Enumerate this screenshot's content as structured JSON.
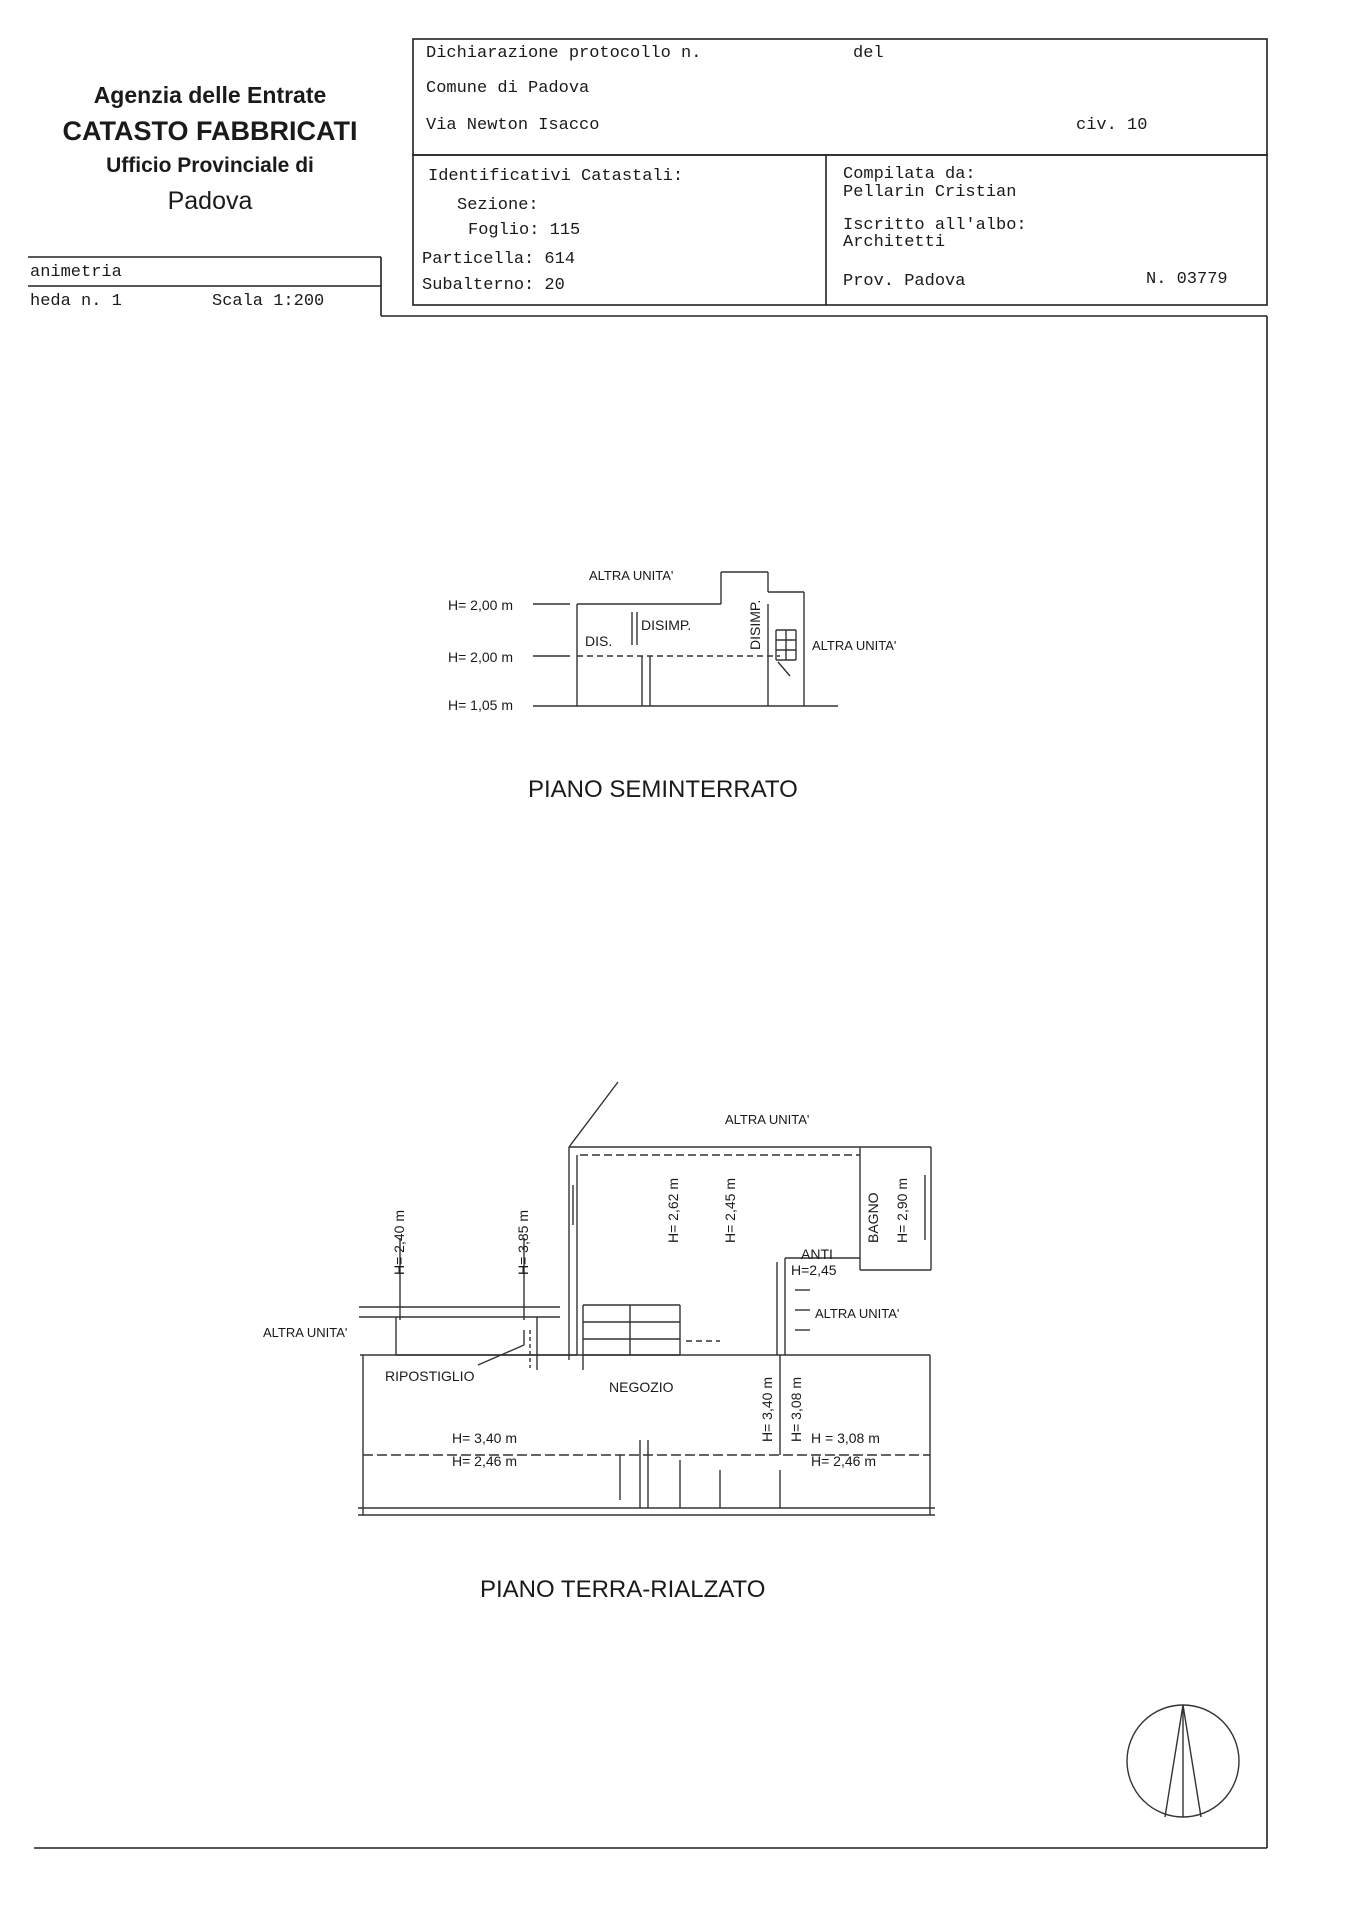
{
  "agency": {
    "line1": "Agenzia delle Entrate",
    "line2": "CATASTO FABBRICATI",
    "line3": "Ufficio Provinciale di",
    "line4": "Padova"
  },
  "planimetria": {
    "label": "animetria",
    "scheda": "heda n. 1",
    "scala": "Scala 1:200"
  },
  "header": {
    "dichiarazione": "Dichiarazione protocollo n.",
    "del": "del",
    "comune": "Comune di Padova",
    "via": "Via Newton Isacco",
    "civ": "civ. 10"
  },
  "identificativi": {
    "title": "Identificativi Catastali:",
    "sezione": "Sezione:",
    "foglio": "Foglio: 115",
    "particella": "Particella: 614",
    "subalterno": "Subalterno: 20"
  },
  "compilata": {
    "label": "Compilata da:",
    "name": "Pellarin Cristian",
    "iscritto": "Iscritto all'albo:",
    "albo": "Architetti",
    "prov": "Prov. Padova",
    "numero": "N. 03779"
  },
  "seminterrato": {
    "title": "PIANO SEMINTERRATO",
    "altra_unita_top": "ALTRA UNITA'",
    "altra_unita_right": "ALTRA UNITA'",
    "h1": "H= 2,00 m",
    "h2": "H= 2,00 m",
    "h3": "H= 1,05 m",
    "dis": "DIS.",
    "disimp": "DISIMP.",
    "disimp_vertical": "DISIMP."
  },
  "terra": {
    "title": "PIANO TERRA-RIALZATO",
    "altra_unita_top": "ALTRA UNITA'",
    "altra_unita_left": "ALTRA UNITA'",
    "altra_unita_right": "ALTRA UNITA'",
    "h_240": "H= 2,40 m",
    "h_385": "H= 3,85 m",
    "h_262": "H= 2,62 m",
    "h_245": "H= 2,45 m",
    "bagno": "BAGNO",
    "h_290": "H= 2,90 m",
    "anti": "ANTI",
    "anti_h": "H=2,45",
    "ripostiglio": "RIPOSTIGLIO",
    "negozio": "NEGOZIO",
    "h_340_v": "H= 3,40 m",
    "h_308_v": "H= 3,08 m",
    "h_340": "H= 3,40 m",
    "h_246_left": "H= 2,46 m",
    "h_308": "H = 3,08 m",
    "h_246_right": "H= 2,46 m"
  }
}
